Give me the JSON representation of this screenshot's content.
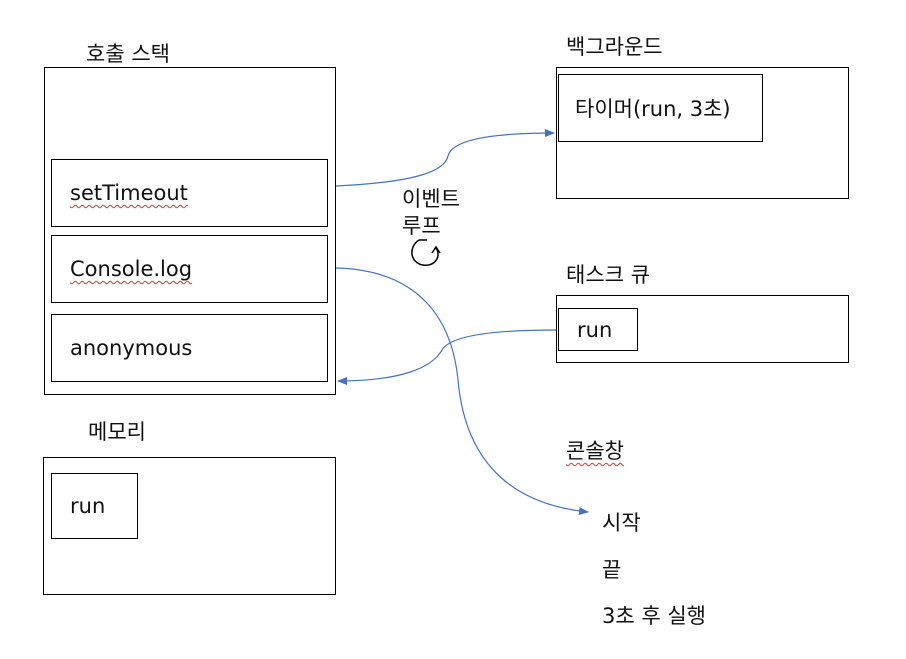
{
  "call_stack": {
    "title": "호출 스택",
    "frames": [
      "setTimeout",
      "Console.log",
      "anonymous"
    ]
  },
  "memory": {
    "title": "메모리",
    "items": [
      "run"
    ]
  },
  "background": {
    "title": "백그라운드",
    "timer": "타이머(run, 3초)"
  },
  "task_queue": {
    "title": "태스크 큐",
    "items": [
      "run"
    ]
  },
  "event_loop": {
    "line1": "이벤트",
    "line2": "루프"
  },
  "console": {
    "title": "콘솔창",
    "lines": [
      "시작",
      "끝",
      "3초 후 실행"
    ]
  },
  "colors": {
    "arrow": "#4472c4",
    "border": "#000000"
  }
}
